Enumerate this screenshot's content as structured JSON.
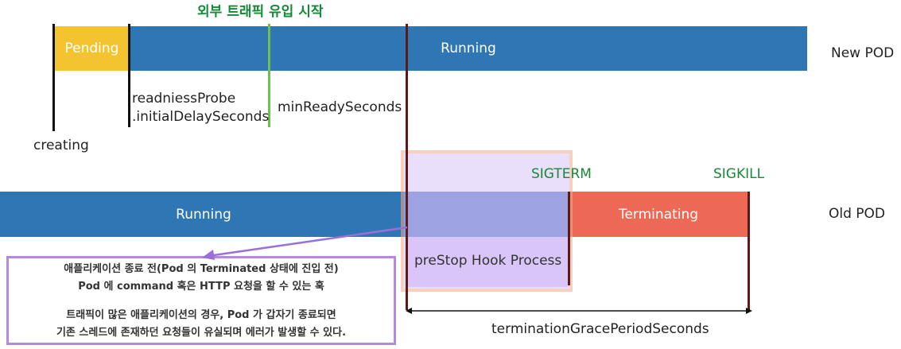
{
  "traffic_start_label": "외부 트래픽 유입 시작",
  "new_pod": {
    "label": "New POD",
    "pending": "Pending",
    "running": "Running"
  },
  "old_pod": {
    "label": "Old POD",
    "running": "Running",
    "terminating": "Terminating"
  },
  "markers": {
    "creating": "creating",
    "readiness_line1": "readniessProbe",
    "readiness_line2": ".initialDelaySeconds",
    "min_ready": "minReadySeconds",
    "sigterm": "SIGTERM",
    "sigkill": "SIGKILL",
    "prestop": "preStop Hook Process",
    "grace_period": "terminationGracePeriodSeconds"
  },
  "note": {
    "line1": "애플리케이션 종료 전(Pod 의 Terminated 상태에 진입 전)",
    "line2": "Pod 에 command 혹은 HTTP 요청을 할 수  있는 훅",
    "line3": "트래픽이 많은 애플리케이션의 경우, Pod 가 갑자기 종료되면",
    "line4": "기존 스레드에 존재하던 요청들이 유실되며 에러가 발생할 수 있다."
  },
  "colors": {
    "bar_blue": "#2f76b4",
    "pending_yellow": "#f4c430",
    "terminating_red": "#ec6a55",
    "prestop_purple": "#d9c5f7",
    "accent_green": "#138a36",
    "marker_dark_red": "#5a1a1a"
  }
}
